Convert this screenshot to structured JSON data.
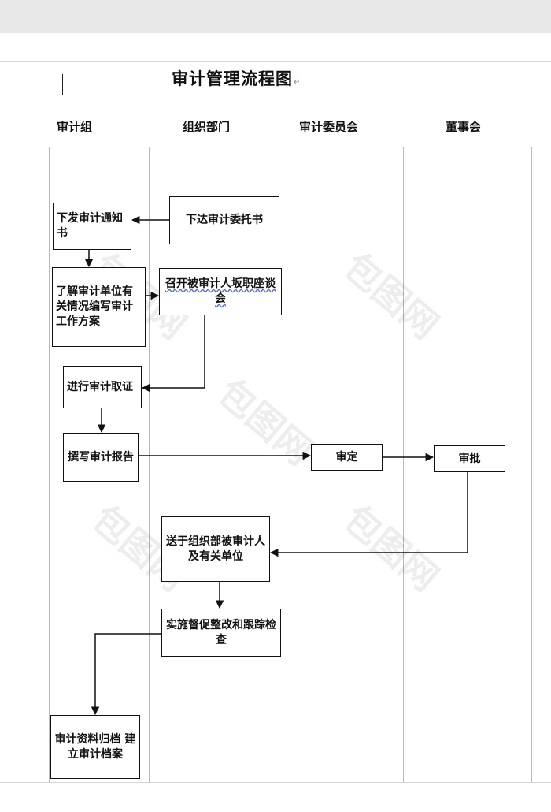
{
  "title": "审计管理流程图",
  "lanes": [
    "审计组",
    "组织部门",
    "审计委员会",
    "董事会"
  ],
  "nodes": {
    "issue_notice": "下发审计通知书",
    "issue_commission": "下达审计委托书",
    "understand": "了解审计单位有关情况编写审计工作方案",
    "meeting": "召开被审计人坂职座谈会",
    "evidence": "进行审计取证",
    "report": "撰写审计报告",
    "review": "审定",
    "approve": "审批",
    "send": "送于组织部被审计人 及有关单位",
    "rectify": "实施督促整改和跟踪检查",
    "archive": "审计资料归档 建立审计档案"
  },
  "watermark": "包图网"
}
